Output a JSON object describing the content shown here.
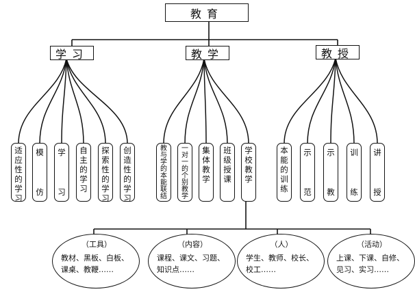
{
  "root": {
    "label": "教育"
  },
  "categories": [
    {
      "label": "学习",
      "children": [
        {
          "label": "适应性的学习",
          "layout": "stack"
        },
        {
          "label": "模仿",
          "layout": "spread"
        },
        {
          "label": "学习",
          "layout": "spread"
        },
        {
          "label": "自主的学习",
          "layout": "stack"
        },
        {
          "label": "探索性的学习",
          "layout": "stack"
        },
        {
          "label": "创造性的学习",
          "layout": "stack"
        }
      ]
    },
    {
      "label": "教学",
      "children": [
        {
          "label": "教与学的本能联结",
          "layout": "stack"
        },
        {
          "label": "一对一的个别教学",
          "layout": "stack"
        },
        {
          "label": "集体教学",
          "layout": "stack"
        },
        {
          "label": "班级授课",
          "layout": "stack"
        },
        {
          "label": "学校教学",
          "layout": "stack"
        }
      ]
    },
    {
      "label": "教授",
      "children": [
        {
          "label": "本能的训练",
          "layout": "stack"
        },
        {
          "label": "示范",
          "layout": "spread"
        },
        {
          "label": "示教",
          "layout": "spread"
        },
        {
          "label": "训练",
          "layout": "spread"
        },
        {
          "label": "讲授",
          "layout": "spread"
        }
      ]
    }
  ],
  "school_elements": [
    {
      "title": "（工具）",
      "lines": [
        "教材、黑板、白板、",
        "课桌、教鞭……"
      ]
    },
    {
      "title": "（内容）",
      "lines": [
        "课程、课文、习题、",
        "知识点……"
      ]
    },
    {
      "title": "（人）",
      "lines": [
        "学生、教师、校长、",
        "校工……"
      ]
    },
    {
      "title": "（活动）",
      "lines": [
        "上课、下课、自修、",
        "见习、实习……"
      ]
    }
  ]
}
